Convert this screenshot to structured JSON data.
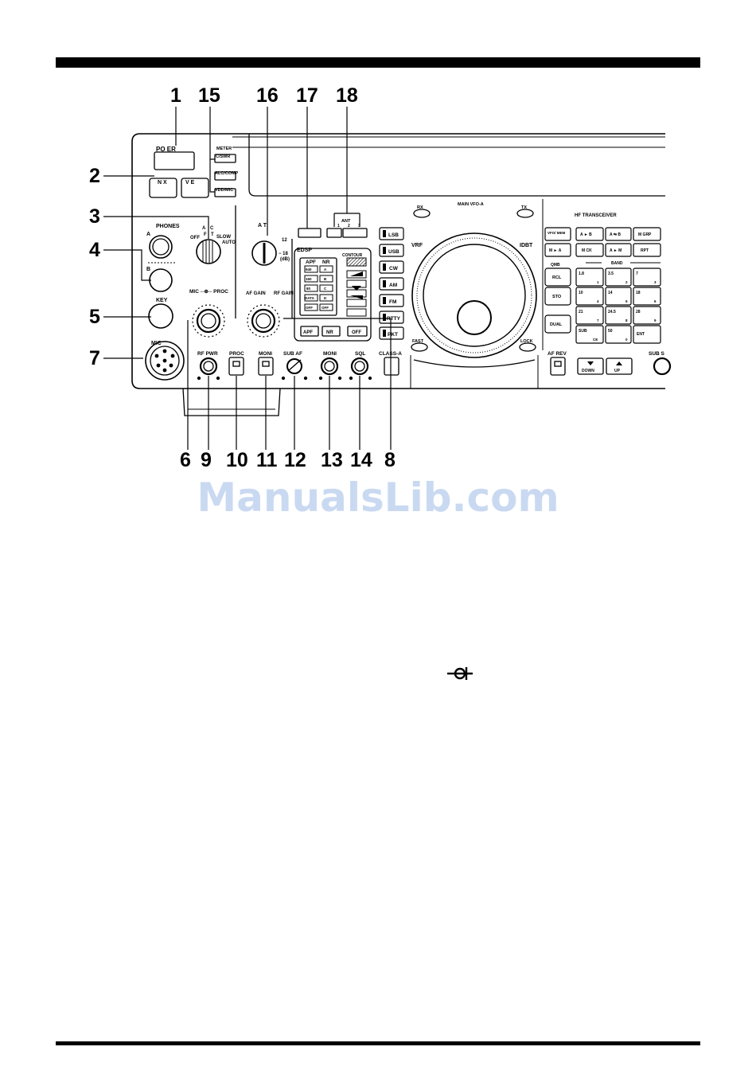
{
  "callouts": {
    "c1": "1",
    "c2": "2",
    "c3": "3",
    "c4": "4",
    "c5": "5",
    "c6": "6",
    "c7": "7",
    "c8": "8",
    "c9": "9",
    "c10": "10",
    "c11": "11",
    "c12": "12",
    "c13": "13",
    "c14": "14",
    "c15": "15",
    "c16": "16",
    "c17": "17",
    "c18": "18"
  },
  "panel": {
    "power": "PO  ER",
    "nb": "N   X",
    "vox": "V   E",
    "meter": "METER",
    "cswr": "C/SWR",
    "alccomp": "ALC/COMP",
    "vddmic": "VDD/MIC",
    "agc_off": "OFF",
    "agc_a": "A",
    "agc_c": "C",
    "agc_f": "F",
    "agc_t": "T",
    "agc_slow": "SLOW",
    "agc_auto": "AUTO",
    "phones": "PHONES",
    "phones_a": "A",
    "phones_b": "B",
    "key": "KEY",
    "mic": "MIC",
    "mic_proc": "MIC ─⊕─ PROC",
    "att": "A  T",
    "att_12": "12",
    "att_18": "− 18",
    "att_db": "(dB)",
    "edsp": "EDSP",
    "apf": "APF",
    "nr": "NR",
    "contour": "CONTOUR",
    "apf_vals": [
      "940",
      "160",
      "80",
      "DATA",
      "OFF"
    ],
    "nr_vals": [
      "A",
      "B",
      "C",
      "D",
      "OFF"
    ],
    "af_gain": "AF GAIN",
    "rf_gain": "RF GAIN",
    "apf_btn": "APF",
    "nr_btn": "NR",
    "off_btn": "OFF",
    "ant": "ANT",
    "ant_1": "1",
    "ant_2": "2",
    "ant_3": "3",
    "modes": [
      "LSB",
      "USB",
      "CW",
      "AM",
      "FM",
      "RTTY",
      "PKT"
    ],
    "rx": "RX",
    "main_vfo": "MAIN  VFO-A",
    "tx": "TX",
    "vrf": "VRF",
    "idbt": "IDBT",
    "fast": "FAST",
    "lock": "LOCK",
    "hf_transceiver": "HF TRANSCEIVER",
    "top_keys": [
      [
        "VFO/ MEM",
        "A ► B",
        "A ⇆ B",
        "M GRP"
      ],
      [
        "M ► A",
        "M CK",
        "A ► M",
        "RPT"
      ]
    ],
    "qmb": "QMB",
    "rcl": "RCL",
    "sto": "STO",
    "dual": "DUAL",
    "band": "BAND",
    "band_keys": [
      [
        "1.8",
        "1"
      ],
      [
        "3.5",
        "2"
      ],
      [
        "7",
        "3"
      ],
      [
        "10",
        "4"
      ],
      [
        "14",
        "5"
      ],
      [
        "18",
        "6"
      ],
      [
        "21",
        "7"
      ],
      [
        "24.5",
        "8"
      ],
      [
        "28",
        "9"
      ],
      [
        "SUB",
        "CE"
      ],
      [
        "50",
        "0"
      ],
      [
        "ENT",
        ""
      ]
    ],
    "rf_pwr": "RF PWR",
    "proc": "PROC",
    "moni_sw": "MONI",
    "sub_af": "SUB AF",
    "moni_knob": "MONI",
    "sql": "SQL",
    "class_a": "CLASS-A",
    "af_rev": "AF REV",
    "down": "DOWN",
    "up": "UP",
    "sub_s": "SUB S"
  },
  "watermark": "ManualsLib.com"
}
